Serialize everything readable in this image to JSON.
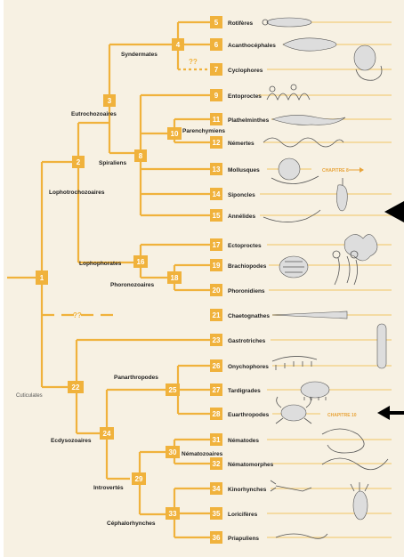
{
  "tree": {
    "root": {
      "num": "1"
    },
    "internal_nodes": [
      {
        "num": "2"
      },
      {
        "num": "3"
      },
      {
        "num": "4"
      },
      {
        "num": "8"
      },
      {
        "num": "10"
      },
      {
        "num": "16"
      },
      {
        "num": "18"
      },
      {
        "num": "22"
      },
      {
        "num": "24"
      },
      {
        "num": "25"
      },
      {
        "num": "29"
      },
      {
        "num": "30"
      },
      {
        "num": "33"
      }
    ],
    "clades": [
      {
        "label": "Syndermates"
      },
      {
        "label": "Eutrochozoaires"
      },
      {
        "label": "Parenchymiens"
      },
      {
        "label": "Spiraliens"
      },
      {
        "label": "Lophotrochozoaires"
      },
      {
        "label": "Lophophorates"
      },
      {
        "label": "Phoronozoaires"
      },
      {
        "label": "Cuticulates"
      },
      {
        "label": "Panarthropodes"
      },
      {
        "label": "Ecdysozoaires"
      },
      {
        "label": "Nématozoaires"
      },
      {
        "label": "Introvertés"
      },
      {
        "label": "Céphalorhynches"
      }
    ],
    "leaves": [
      {
        "num": "5",
        "label": "Rotifères"
      },
      {
        "num": "6",
        "label": "Acanthocéphales"
      },
      {
        "num": "7",
        "label": "Cyclophores",
        "uncertain": "??"
      },
      {
        "num": "9",
        "label": "Entoproctes"
      },
      {
        "num": "11",
        "label": "Plathelminthes"
      },
      {
        "num": "12",
        "label": "Némertes"
      },
      {
        "num": "13",
        "label": "Mollusques",
        "ref": "CHAPITRE 8"
      },
      {
        "num": "14",
        "label": "Siponcles"
      },
      {
        "num": "15",
        "label": "Annélides"
      },
      {
        "num": "17",
        "label": "Ectoproctes"
      },
      {
        "num": "19",
        "label": "Brachiopodes"
      },
      {
        "num": "20",
        "label": "Phoronidiens"
      },
      {
        "num": "21",
        "label": "Chaetognathes",
        "uncertain": "??"
      },
      {
        "num": "23",
        "label": "Gastrotriches"
      },
      {
        "num": "26",
        "label": "Onychophores"
      },
      {
        "num": "27",
        "label": "Tardigrades"
      },
      {
        "num": "28",
        "label": "Euarthropodes",
        "ref": "CHAPITRE 10"
      },
      {
        "num": "31",
        "label": "Nématodes"
      },
      {
        "num": "32",
        "label": "Nématomorphes"
      },
      {
        "num": "34",
        "label": "Kinorhynches"
      },
      {
        "num": "35",
        "label": "Loricifères"
      },
      {
        "num": "36",
        "label": "Priapuliens"
      }
    ]
  },
  "colors": {
    "branch": "#f0b23c",
    "arrow": "#000000",
    "paper": "#f7f1e3"
  }
}
